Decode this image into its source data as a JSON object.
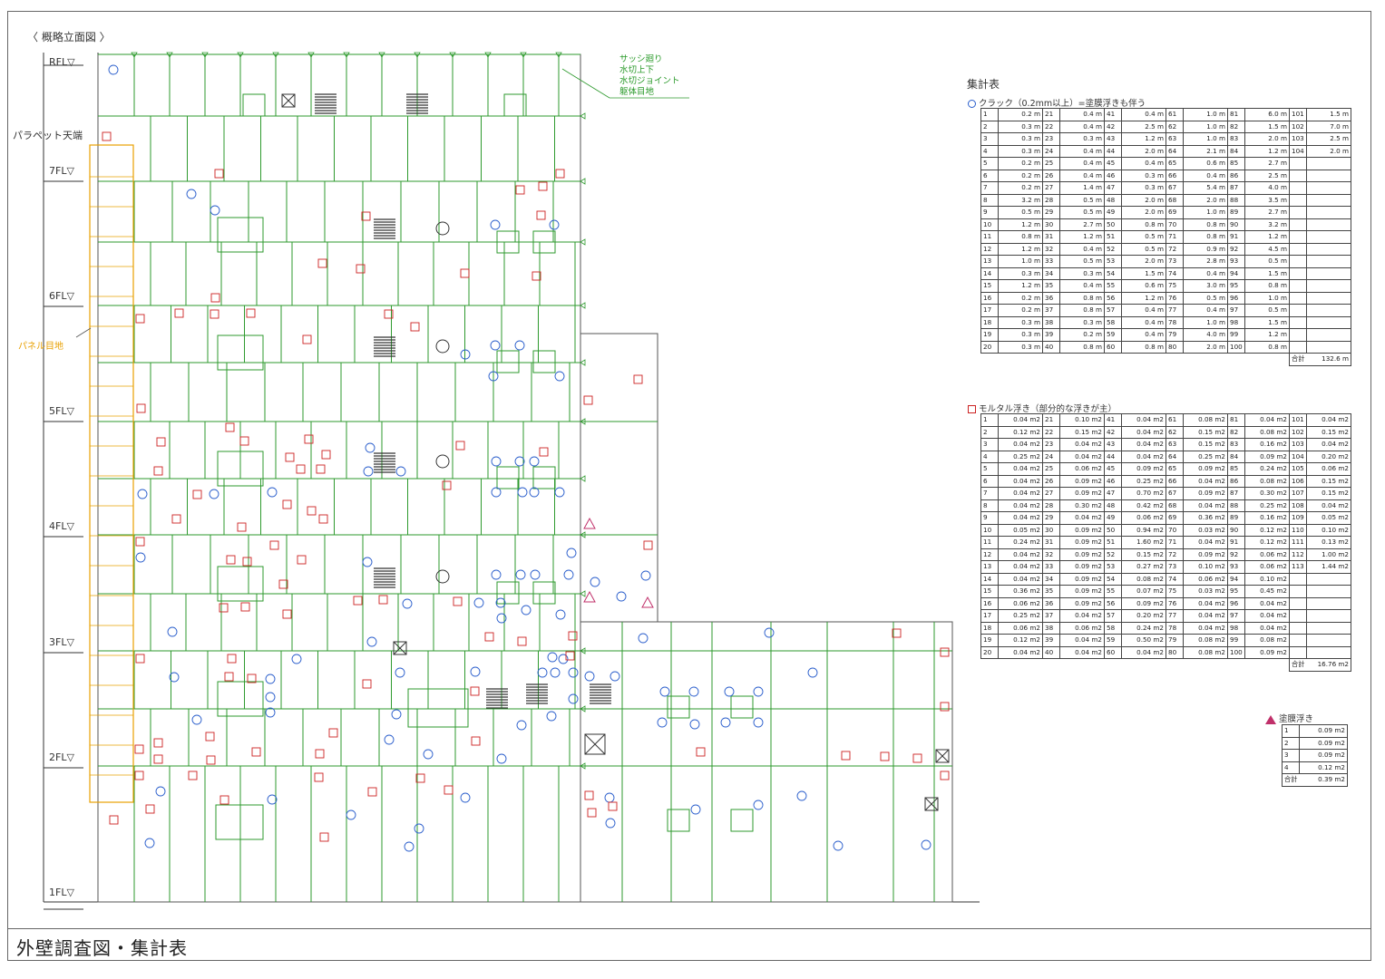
{
  "elevation": {
    "title": "〈 概略立面図 〉",
    "floors": [
      {
        "label": "RFL▽"
      },
      {
        "label": "パラペット天端"
      },
      {
        "label": "7FL▽"
      },
      {
        "label": "6FL▽"
      },
      {
        "label": "5FL▽"
      },
      {
        "label": "4FL▽"
      },
      {
        "label": "3FL▽"
      },
      {
        "label": "2FL▽"
      },
      {
        "label": "1FL▽"
      }
    ],
    "legend_green": [
      "サッシ廻り",
      "水切上下",
      "水切ジョイント",
      "躯体目地"
    ],
    "panel_joint_label": "パネル目地",
    "colors": {
      "line": "#2e9a2e",
      "crack": "#2a5ecc",
      "mortar": "#cc2222",
      "panel": "#e8a000",
      "paint": "#c0306a"
    }
  },
  "summary": {
    "title": "集計表",
    "crack": {
      "heading": "クラック（0.2mm以上）=塗膜浮きも伴う",
      "rows": [
        [
          1,
          "0.2 m",
          21,
          "0.4 m",
          41,
          "0.4 m",
          61,
          "1.0 m",
          81,
          "6.0 m",
          101,
          "1.5 m"
        ],
        [
          2,
          "0.3 m",
          22,
          "0.4 m",
          42,
          "2.5 m",
          62,
          "1.0 m",
          82,
          "1.5 m",
          102,
          "7.0 m"
        ],
        [
          3,
          "0.3 m",
          23,
          "0.3 m",
          43,
          "1.2 m",
          63,
          "1.0 m",
          83,
          "2.0 m",
          103,
          "2.5 m"
        ],
        [
          4,
          "0.3 m",
          24,
          "0.4 m",
          44,
          "2.0 m",
          64,
          "2.1 m",
          84,
          "1.2 m",
          104,
          "2.0 m"
        ],
        [
          5,
          "0.2 m",
          25,
          "0.4 m",
          45,
          "0.4 m",
          65,
          "0.6 m",
          85,
          "2.7 m",
          "",
          ""
        ],
        [
          6,
          "0.2 m",
          26,
          "0.4 m",
          46,
          "0.3 m",
          66,
          "0.4 m",
          86,
          "2.5 m",
          "",
          ""
        ],
        [
          7,
          "0.2 m",
          27,
          "1.4 m",
          47,
          "0.3 m",
          67,
          "5.4 m",
          87,
          "4.0 m",
          "",
          ""
        ],
        [
          8,
          "3.2 m",
          28,
          "0.5 m",
          48,
          "2.0 m",
          68,
          "2.0 m",
          88,
          "3.5 m",
          "",
          ""
        ],
        [
          9,
          "0.5 m",
          29,
          "0.5 m",
          49,
          "2.0 m",
          69,
          "1.0 m",
          89,
          "2.7 m",
          "",
          ""
        ],
        [
          10,
          "1.2 m",
          30,
          "2.7 m",
          50,
          "0.8 m",
          70,
          "0.8 m",
          90,
          "3.2 m",
          "",
          ""
        ],
        [
          11,
          "0.8 m",
          31,
          "1.2 m",
          51,
          "0.5 m",
          71,
          "0.8 m",
          91,
          "1.2 m",
          "",
          ""
        ],
        [
          12,
          "1.2 m",
          32,
          "0.4 m",
          52,
          "0.5 m",
          72,
          "0.9 m",
          92,
          "4.5 m",
          "",
          ""
        ],
        [
          13,
          "1.0 m",
          33,
          "0.5 m",
          53,
          "2.0 m",
          73,
          "2.8 m",
          93,
          "0.5 m",
          "",
          ""
        ],
        [
          14,
          "0.3 m",
          34,
          "0.3 m",
          54,
          "1.5 m",
          74,
          "0.4 m",
          94,
          "1.5 m",
          "",
          ""
        ],
        [
          15,
          "1.2 m",
          35,
          "0.4 m",
          55,
          "0.6 m",
          75,
          "3.0 m",
          95,
          "0.8 m",
          "",
          ""
        ],
        [
          16,
          "0.2 m",
          36,
          "0.8 m",
          56,
          "1.2 m",
          76,
          "0.5 m",
          96,
          "1.0 m",
          "",
          ""
        ],
        [
          17,
          "0.2 m",
          37,
          "0.8 m",
          57,
          "0.4 m",
          77,
          "0.4 m",
          97,
          "0.5 m",
          "",
          ""
        ],
        [
          18,
          "0.3 m",
          38,
          "0.3 m",
          58,
          "0.4 m",
          78,
          "1.0 m",
          98,
          "1.5 m",
          "",
          ""
        ],
        [
          19,
          "0.3 m",
          39,
          "0.2 m",
          59,
          "0.4 m",
          79,
          "4.0 m",
          99,
          "1.2 m",
          "",
          ""
        ],
        [
          20,
          "0.3 m",
          40,
          "0.8 m",
          60,
          "0.8 m",
          80,
          "2.0 m",
          100,
          "0.8 m",
          "",
          ""
        ]
      ],
      "total_label": "合計",
      "total": "132.6 m"
    },
    "mortar": {
      "heading": "モルタル浮き（部分的な浮きが主）",
      "rows": [
        [
          1,
          "0.04 m2",
          21,
          "0.10 m2",
          41,
          "0.04 m2",
          61,
          "0.08 m2",
          81,
          "0.04 m2",
          101,
          "0.04 m2"
        ],
        [
          2,
          "0.12 m2",
          22,
          "0.15 m2",
          42,
          "0.04 m2",
          62,
          "0.15 m2",
          82,
          "0.08 m2",
          102,
          "0.15 m2"
        ],
        [
          3,
          "0.04 m2",
          23,
          "0.04 m2",
          43,
          "0.04 m2",
          63,
          "0.15 m2",
          83,
          "0.16 m2",
          103,
          "0.04 m2"
        ],
        [
          4,
          "0.25 m2",
          24,
          "0.04 m2",
          44,
          "0.04 m2",
          64,
          "0.25 m2",
          84,
          "0.09 m2",
          104,
          "0.20 m2"
        ],
        [
          5,
          "0.04 m2",
          25,
          "0.06 m2",
          45,
          "0.09 m2",
          65,
          "0.09 m2",
          85,
          "0.24 m2",
          105,
          "0.06 m2"
        ],
        [
          6,
          "0.04 m2",
          26,
          "0.09 m2",
          46,
          "0.25 m2",
          66,
          "0.04 m2",
          86,
          "0.08 m2",
          106,
          "0.15 m2"
        ],
        [
          7,
          "0.04 m2",
          27,
          "0.09 m2",
          47,
          "0.70 m2",
          67,
          "0.09 m2",
          87,
          "0.30 m2",
          107,
          "0.15 m2"
        ],
        [
          8,
          "0.04 m2",
          28,
          "0.30 m2",
          48,
          "0.42 m2",
          68,
          "0.04 m2",
          88,
          "0.25 m2",
          108,
          "0.04 m2"
        ],
        [
          9,
          "0.04 m2",
          29,
          "0.04 m2",
          49,
          "0.06 m2",
          69,
          "0.36 m2",
          89,
          "0.16 m2",
          109,
          "0.05 m2"
        ],
        [
          10,
          "0.05 m2",
          30,
          "0.09 m2",
          50,
          "0.94 m2",
          70,
          "0.03 m2",
          90,
          "0.12 m2",
          110,
          "0.10 m2"
        ],
        [
          11,
          "0.24 m2",
          31,
          "0.09 m2",
          51,
          "1.60 m2",
          71,
          "0.04 m2",
          91,
          "0.12 m2",
          111,
          "0.13 m2"
        ],
        [
          12,
          "0.04 m2",
          32,
          "0.09 m2",
          52,
          "0.15 m2",
          72,
          "0.09 m2",
          92,
          "0.06 m2",
          112,
          "1.00 m2"
        ],
        [
          13,
          "0.04 m2",
          33,
          "0.09 m2",
          53,
          "0.27 m2",
          73,
          "0.10 m2",
          93,
          "0.06 m2",
          113,
          "1.44 m2"
        ],
        [
          14,
          "0.04 m2",
          34,
          "0.09 m2",
          54,
          "0.08 m2",
          74,
          "0.06 m2",
          94,
          "0.10 m2",
          "",
          ""
        ],
        [
          15,
          "0.36 m2",
          35,
          "0.09 m2",
          55,
          "0.07 m2",
          75,
          "0.03 m2",
          95,
          "0.45 m2",
          "",
          ""
        ],
        [
          16,
          "0.06 m2",
          36,
          "0.09 m2",
          56,
          "0.09 m2",
          76,
          "0.04 m2",
          96,
          "0.04 m2",
          "",
          ""
        ],
        [
          17,
          "0.25 m2",
          37,
          "0.04 m2",
          57,
          "0.20 m2",
          77,
          "0.04 m2",
          97,
          "0.04 m2",
          "",
          ""
        ],
        [
          18,
          "0.06 m2",
          38,
          "0.06 m2",
          58,
          "0.24 m2",
          78,
          "0.04 m2",
          98,
          "0.04 m2",
          "",
          ""
        ],
        [
          19,
          "0.12 m2",
          39,
          "0.04 m2",
          59,
          "0.50 m2",
          79,
          "0.08 m2",
          99,
          "0.08 m2",
          "",
          ""
        ],
        [
          20,
          "0.04 m2",
          40,
          "0.04 m2",
          60,
          "0.04 m2",
          80,
          "0.08 m2",
          100,
          "0.09 m2",
          "",
          ""
        ]
      ],
      "total_label": "合計",
      "total": "16.76 m2"
    },
    "paint": {
      "heading": "塗膜浮き",
      "rows": [
        [
          1,
          "0.09 m2"
        ],
        [
          2,
          "0.09 m2"
        ],
        [
          3,
          "0.09 m2"
        ],
        [
          4,
          "0.12 m2"
        ]
      ],
      "total_label": "合計",
      "total": "0.39 m2"
    }
  },
  "footer": {
    "title": "外壁調査図・集計表"
  }
}
